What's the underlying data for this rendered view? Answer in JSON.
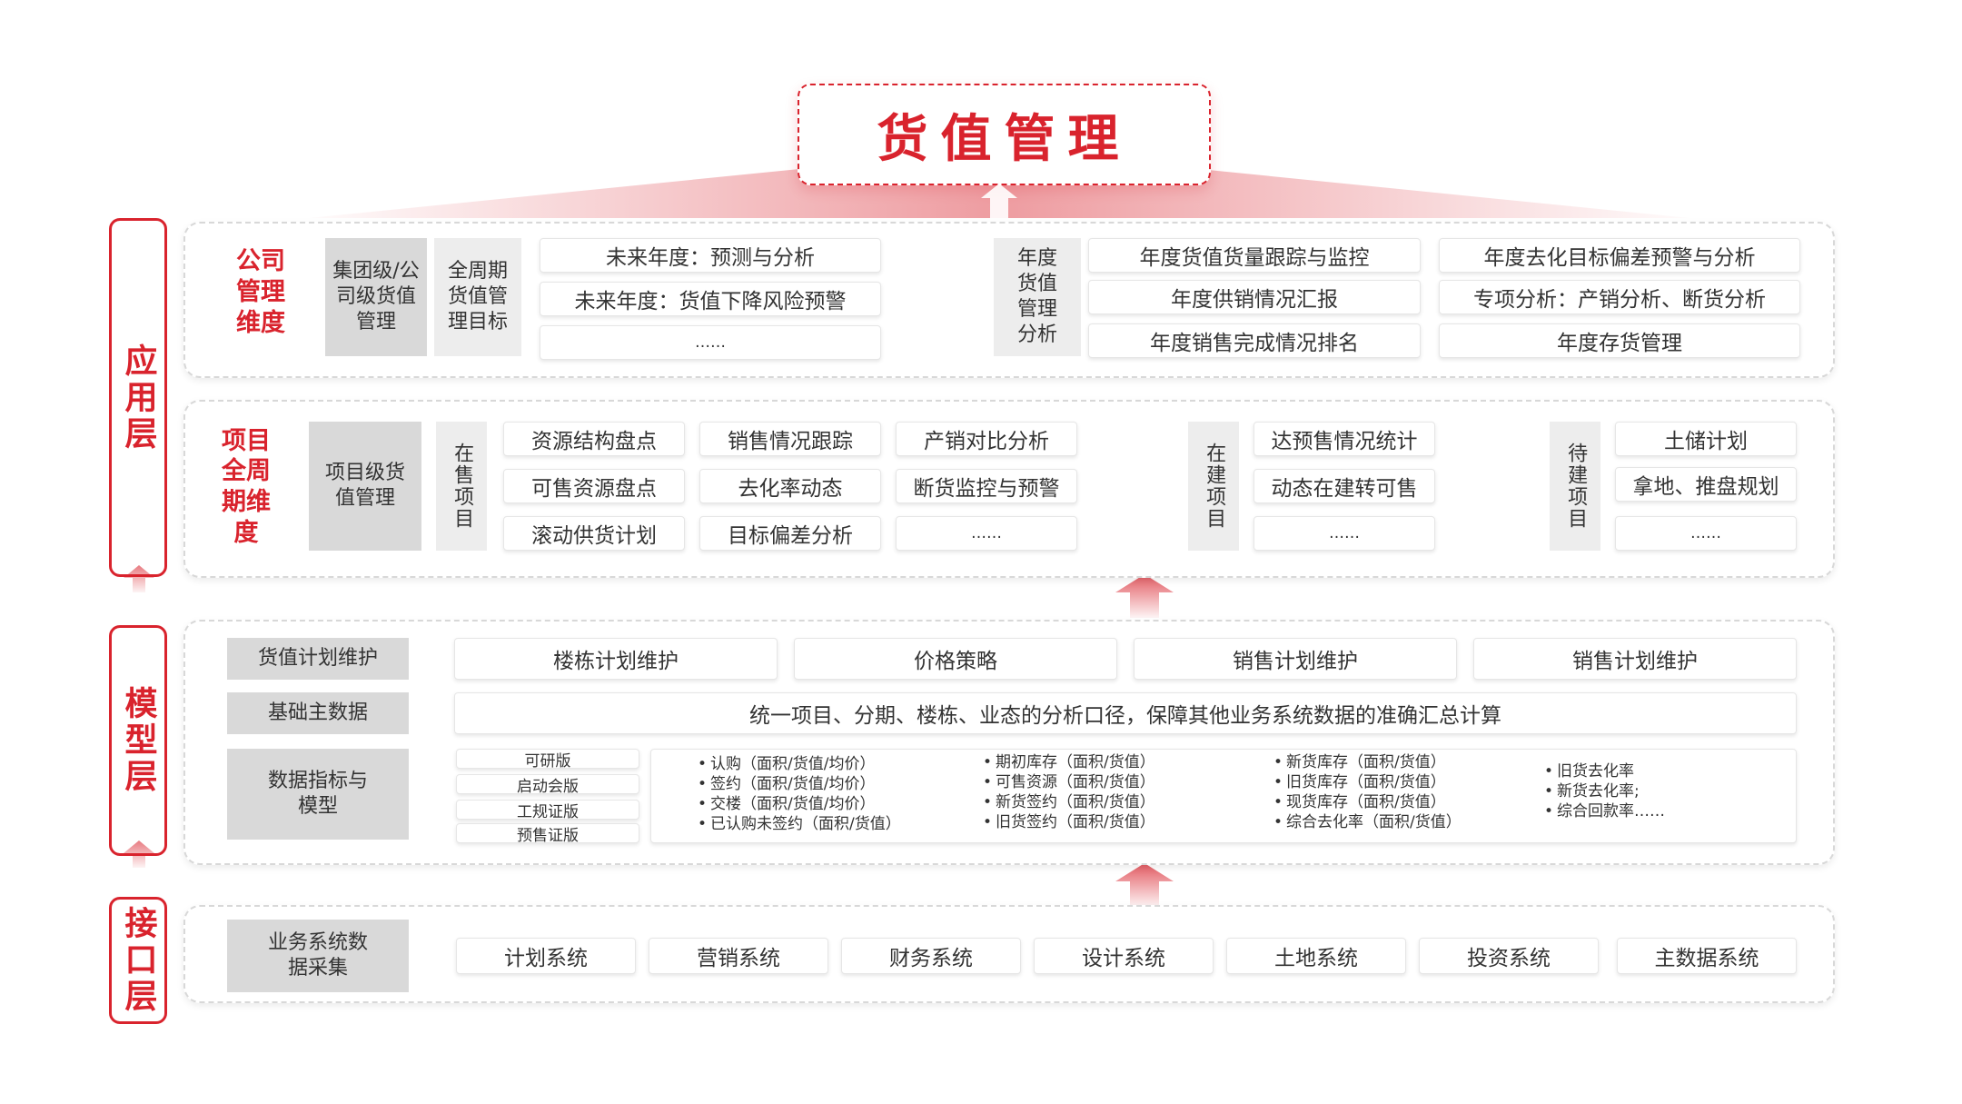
{
  "title": "货值管理",
  "layers": {
    "app": "应用层",
    "model": "模型层",
    "interface": "接口层"
  },
  "company": {
    "label": "公司管理维度",
    "group_box": "集团级/公司级货值管理",
    "target_box": "全周期货值管理目标",
    "future_items": [
      "未来年度：预测与分析",
      "未来年度：货值下降风险预警",
      "……"
    ],
    "annual_label": "年度货值管理分析",
    "annual_col1": [
      "年度货值货量跟踪与监控",
      "年度供销情况汇报",
      "年度销售完成情况排名"
    ],
    "annual_col2": [
      "年度去化目标偏差预警与分析",
      "专项分析：产销分析、断货分析",
      "年度存货管理"
    ]
  },
  "project": {
    "label": "项目全周期维度",
    "level_box": "项目级货值管理",
    "on_sale_label": "在售项目",
    "on_sale_col1": [
      "资源结构盘点",
      "可售资源盘点",
      "滚动供货计划"
    ],
    "on_sale_col2": [
      "销售情况跟踪",
      "去化率动态",
      "目标偏差分析"
    ],
    "on_sale_col3": [
      "产销对比分析",
      "断货监控与预警",
      "……"
    ],
    "building_label": "在建项目",
    "building_items": [
      "达预售情况统计",
      "动态在建转可售",
      "……"
    ],
    "pending_label": "待建项目",
    "pending_items": [
      "土储计划",
      "拿地、推盘规划",
      "……"
    ]
  },
  "model": {
    "plan_label": "货值计划维护",
    "plan_items": [
      "楼栋计划维护",
      "价格策略",
      "销售计划维护",
      "销售计划维护"
    ],
    "master_label": "基础主数据",
    "master_text": "统一项目、分期、楼栋、业态的分析口径，保障其他业务系统数据的准确汇总计算",
    "metrics_label": "数据指标与模型",
    "versions": [
      "可研版",
      "启动会版",
      "工规证版",
      "预售证版"
    ],
    "metric_groups": [
      [
        "认购（面积/货值/均价）",
        "签约（面积/货值/均价）",
        "交楼（面积/货值/均价）",
        "已认购未签约（面积/货值）"
      ],
      [
        "期初库存（面积/货值）",
        "可售资源（面积/货值）",
        "新货签约（面积/货值）",
        "旧货签约（面积/货值）"
      ],
      [
        "新货库存（面积/货值）",
        "旧货库存（面积/货值）",
        "现货库存（面积/货值）",
        "综合去化率（面积/货值）"
      ],
      [
        "旧货去化率",
        "新货去化率;",
        "综合回款率……"
      ]
    ]
  },
  "interface": {
    "label": "业务系统数据采集",
    "systems": [
      "计划系统",
      "营销系统",
      "财务系统",
      "设计系统",
      "土地系统",
      "投资系统",
      "主数据系统"
    ]
  },
  "colors": {
    "accent": "#d9232d",
    "gray_box": "#d9d9d9",
    "light_box": "#ededed"
  }
}
